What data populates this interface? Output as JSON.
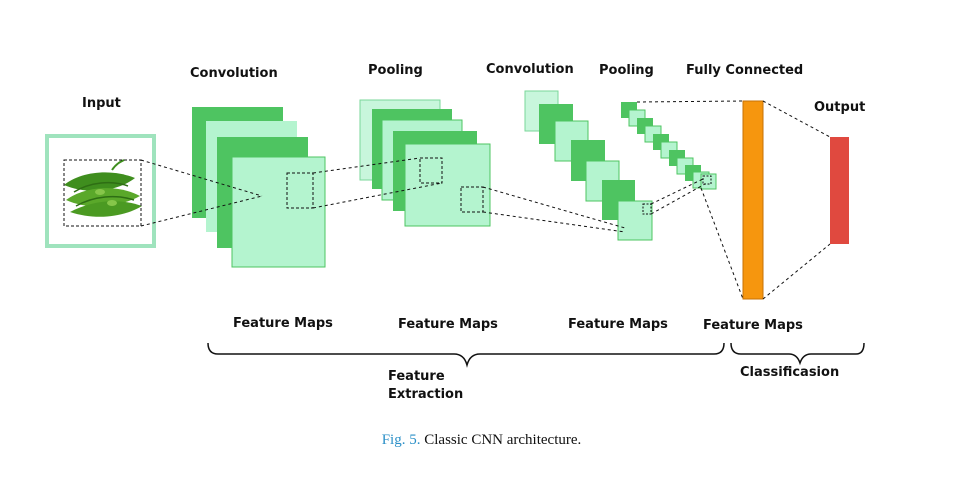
{
  "labels": {
    "input": "Input",
    "conv1": "Convolution",
    "pool1": "Pooling",
    "conv2": "Convolution",
    "pool2": "Pooling",
    "fc": "Fully Connected",
    "output": "Output",
    "fm1": "Feature Maps",
    "fm2": "Feature Maps",
    "fm3": "Feature Maps",
    "fm4": "Feature Maps",
    "feature_line1": "Feature",
    "feature_line2": "Extraction",
    "classification": "Classificasion"
  },
  "caption": {
    "fig_label": "Fig. 5.",
    "text": "Classic CNN architecture."
  },
  "colors": {
    "dark_green": "#4ec461",
    "light_green": "#b4f4cf",
    "pale_green": "#c8f6dc",
    "orange": "#f6960e",
    "red": "#e0493f",
    "caption_blue": "#2a8fc7"
  }
}
